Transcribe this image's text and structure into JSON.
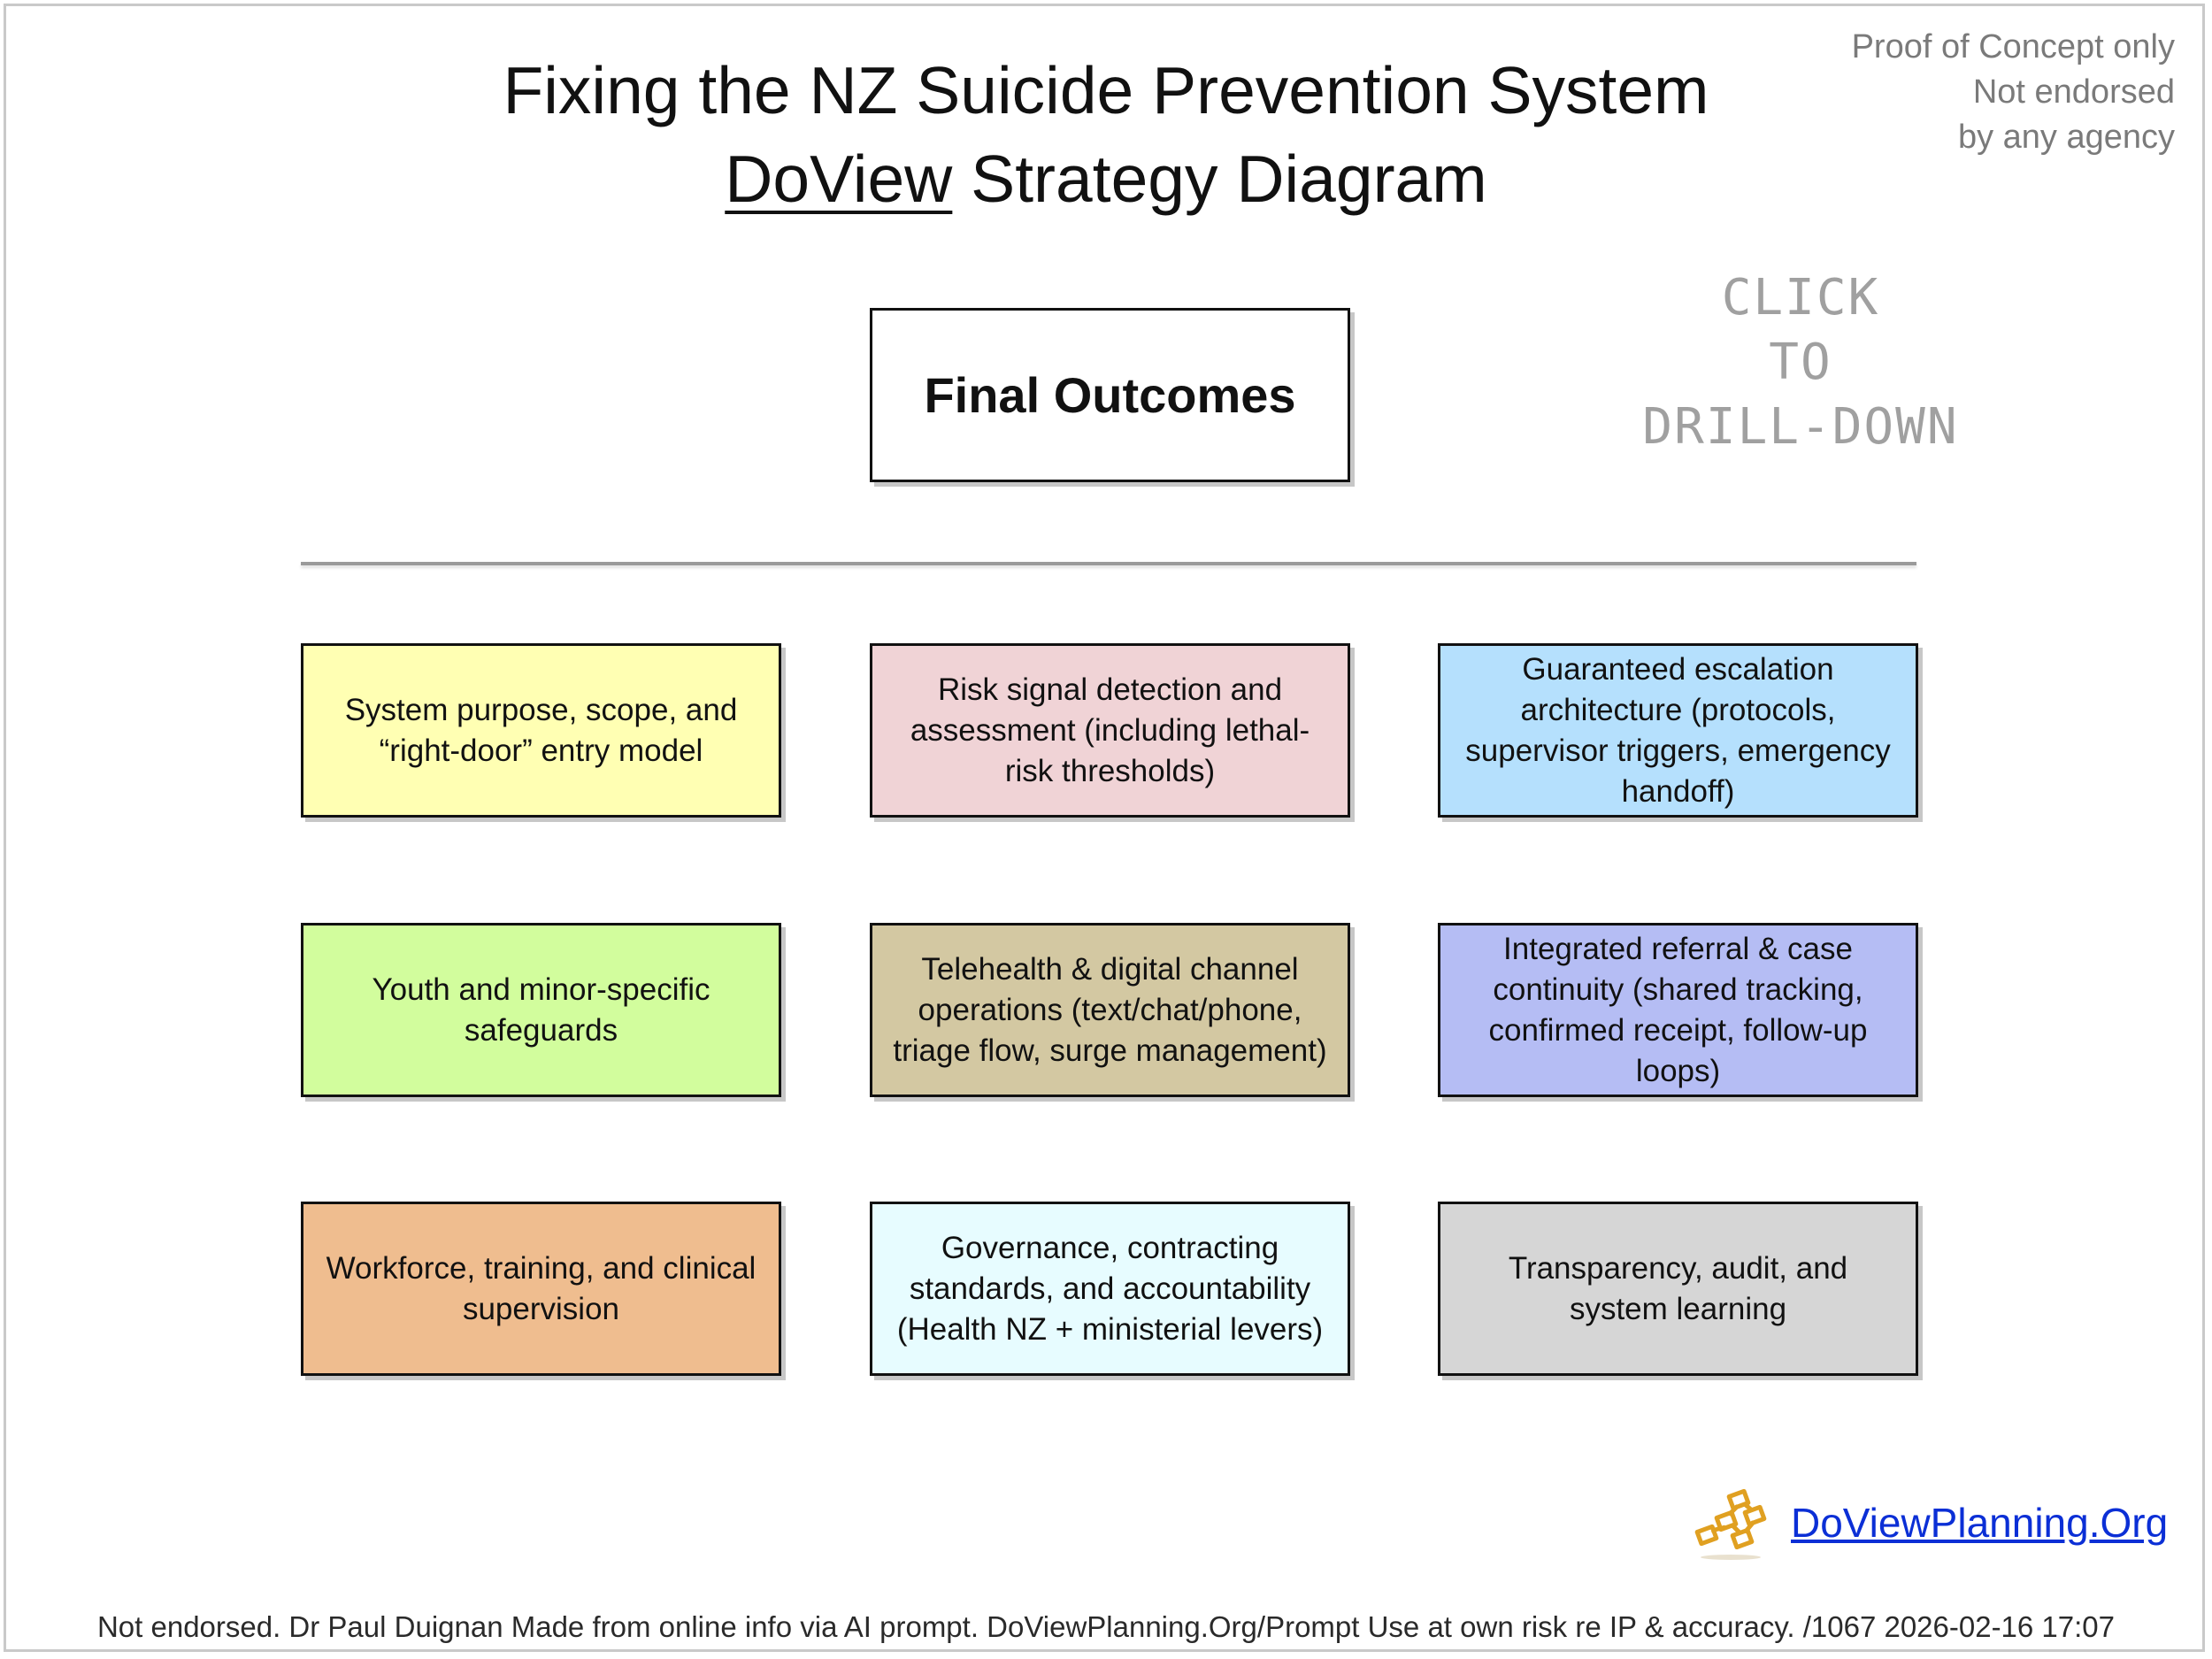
{
  "header": {
    "title_line1": "Fixing the NZ Suicide Prevention System",
    "title_line2_link": "DoView",
    "title_line2_rest": " Strategy Diagram"
  },
  "disclaimer": {
    "line1": "Proof of Concept only",
    "line2": "Not endorsed",
    "line3": "by any agency"
  },
  "drill_hint": {
    "line1": "CLICK",
    "line2": "TO",
    "line3": "DRILL-DOWN"
  },
  "final_outcomes": {
    "label": "Final Outcomes",
    "color": "#ffffff"
  },
  "boxes": [
    {
      "label": "System purpose, scope, and “right-door” entry model",
      "color": "#ffffb3"
    },
    {
      "label": "Risk signal detection and assessment (including lethal-risk thresholds)",
      "color": "#f0d3d6"
    },
    {
      "label": "Guaranteed escalation architecture (protocols, supervisor triggers, emergency handoff)",
      "color": "#b5e0fd"
    },
    {
      "label": "Youth and minor-specific safeguards",
      "color": "#d2fd9d"
    },
    {
      "label": "Telehealth & digital channel operations (text/chat/phone, triage flow, surge management)",
      "color": "#d3c8a2"
    },
    {
      "label": "Integrated referral & case continuity (shared tracking, confirmed receipt, follow-up loops)",
      "color": "#b5bdf4"
    },
    {
      "label": "Workforce, training, and clinical supervision",
      "color": "#efbd8f"
    },
    {
      "label": "Governance, contracting standards, and accountability (Health NZ + ministerial levers)",
      "color": "#e7fcff"
    },
    {
      "label": "Transparency, audit, and system learning",
      "color": "#d6d6d6"
    }
  ],
  "branding": {
    "link_text": "DoViewPlanning.Org",
    "logo_icon": "doview-logo-icon",
    "link_color": "#0b2fd6"
  },
  "footer": {
    "text": "Not endorsed. Dr Paul Duignan Made from online info via AI prompt. DoViewPlanning.Org/Prompt Use at own risk re IP & accuracy. /1067 2026-02-16 17:07"
  }
}
